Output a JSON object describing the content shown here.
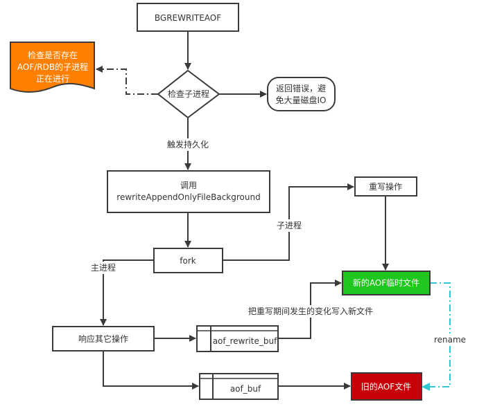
{
  "colors": {
    "stroke": "#3a3a3a",
    "text": "#333333",
    "orange": "#ff7f00",
    "green": "#1ec81e",
    "red": "#c8000a",
    "cyan": "#30c8d0"
  },
  "nodes": {
    "bgrewriteaof": {
      "label": "BGREWRITEAOF"
    },
    "check_child": {
      "label": "检查子进程"
    },
    "check_note": {
      "lines": [
        "检查是否存在",
        "AOF/RDB的子进程",
        "正在进行"
      ]
    },
    "return_error": {
      "lines": [
        "返回错误，避",
        "免大量磁盘IO"
      ]
    },
    "call_rewrite": {
      "lines": [
        "调用",
        "rewriteAppendOnlyFileBackground"
      ]
    },
    "fork": {
      "label": "fork"
    },
    "rewrite_op": {
      "label": "重写操作"
    },
    "new_aof": {
      "label": "新的AOF临时文件"
    },
    "respond_other": {
      "label": "响应其它操作"
    },
    "aof_rewrite_buf": {
      "label": "aof_rewrite_buf"
    },
    "aof_buf": {
      "label": "aof_buf"
    },
    "old_aof": {
      "label": "旧的AOF文件"
    }
  },
  "edge_labels": {
    "trigger_persist": "触发持久化",
    "child_process": "子进程",
    "main_process": "主进程",
    "write_changes": "把重写期间发生的变化写入新文件",
    "rename": "rename"
  }
}
